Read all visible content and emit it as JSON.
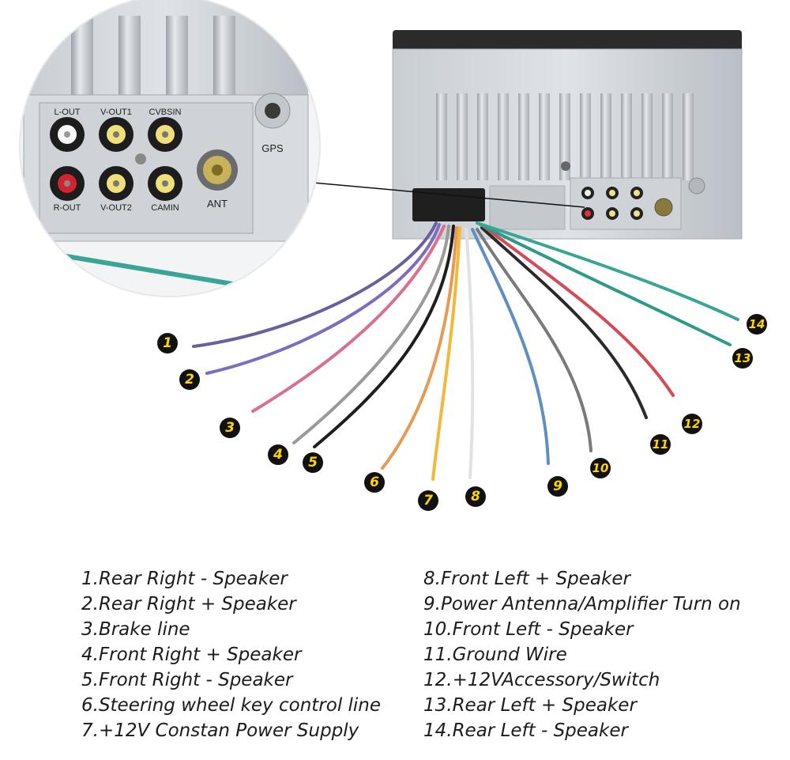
{
  "port_labels": {
    "l_out": "L-OUT",
    "v_out1": "V-OUT1",
    "cvbsin": "CVBSIN",
    "r_out": "R-OUT",
    "v_out2": "V-OUT2",
    "camin": "CAMIN",
    "ant": "ANT",
    "gps": "GPS"
  },
  "wires": [
    {
      "number": "1",
      "color": "#6c5fa0"
    },
    {
      "number": "2",
      "color": "#7d6cc0"
    },
    {
      "number": "3",
      "color": "#d9708f"
    },
    {
      "number": "4",
      "color": "#9a9a9a"
    },
    {
      "number": "5",
      "color": "#1e1e1e"
    },
    {
      "number": "6",
      "color": "#e89a55"
    },
    {
      "number": "7",
      "color": "#f0b93a"
    },
    {
      "number": "8",
      "color": "#eeeeee"
    },
    {
      "number": "9",
      "color": "#5e8fc0"
    },
    {
      "number": "10",
      "color": "#7a7a7a"
    },
    {
      "number": "11",
      "color": "#2a2a2a"
    },
    {
      "number": "12",
      "color": "#d44a55"
    },
    {
      "number": "13",
      "color": "#2f9a8a"
    },
    {
      "number": "14",
      "color": "#3aa596"
    }
  ],
  "legend_left": [
    "1.Rear Right - Speaker",
    "2.Rear Right + Speaker",
    "3.Brake line",
    "4.Front Right + Speaker",
    "5.Front Right - Speaker",
    "6.Steering wheel key control line",
    "7.+12V Constan Power Supply"
  ],
  "legend_right": [
    "8.Front Left + Speaker",
    "9.Power Antenna/Amplifier Turn on",
    "10.Front Left - Speaker",
    "11.Ground Wire",
    "12.+12VAccessory/Switch",
    "13.Rear Left + Speaker",
    "14.Rear Left - Speaker"
  ]
}
